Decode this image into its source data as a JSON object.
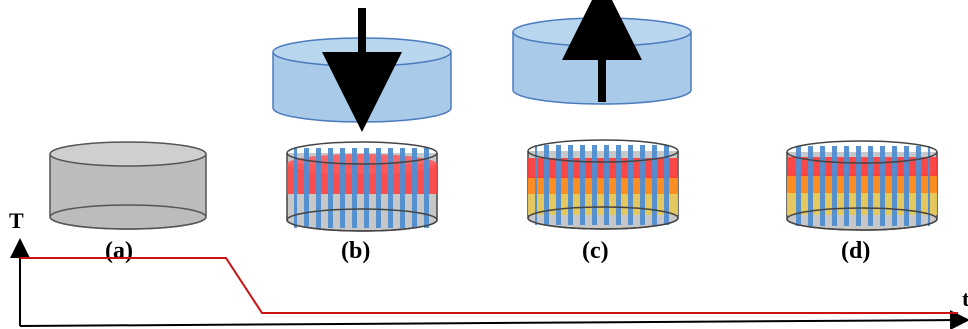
{
  "axis": {
    "y_label": "T",
    "x_label": "t"
  },
  "panels": [
    {
      "id": "a",
      "label": "(a)"
    },
    {
      "id": "b",
      "label": "(b)"
    },
    {
      "id": "c",
      "label": "(c)"
    },
    {
      "id": "d",
      "label": "(d)"
    }
  ],
  "colors": {
    "vessel": "#b9b9b9",
    "vessel_edge": "#4a4a4a",
    "probe": "#a9cbe9",
    "probe_edge": "#5b86c4",
    "hot_layer": "#ff3a3a",
    "warm_layer": "#ff8a1a",
    "cool_layer": "#e7c95c",
    "fibers": "#4f8ed1",
    "temperature_curve": "#cc1111"
  },
  "arrows": {
    "b": "down",
    "c": "up"
  }
}
